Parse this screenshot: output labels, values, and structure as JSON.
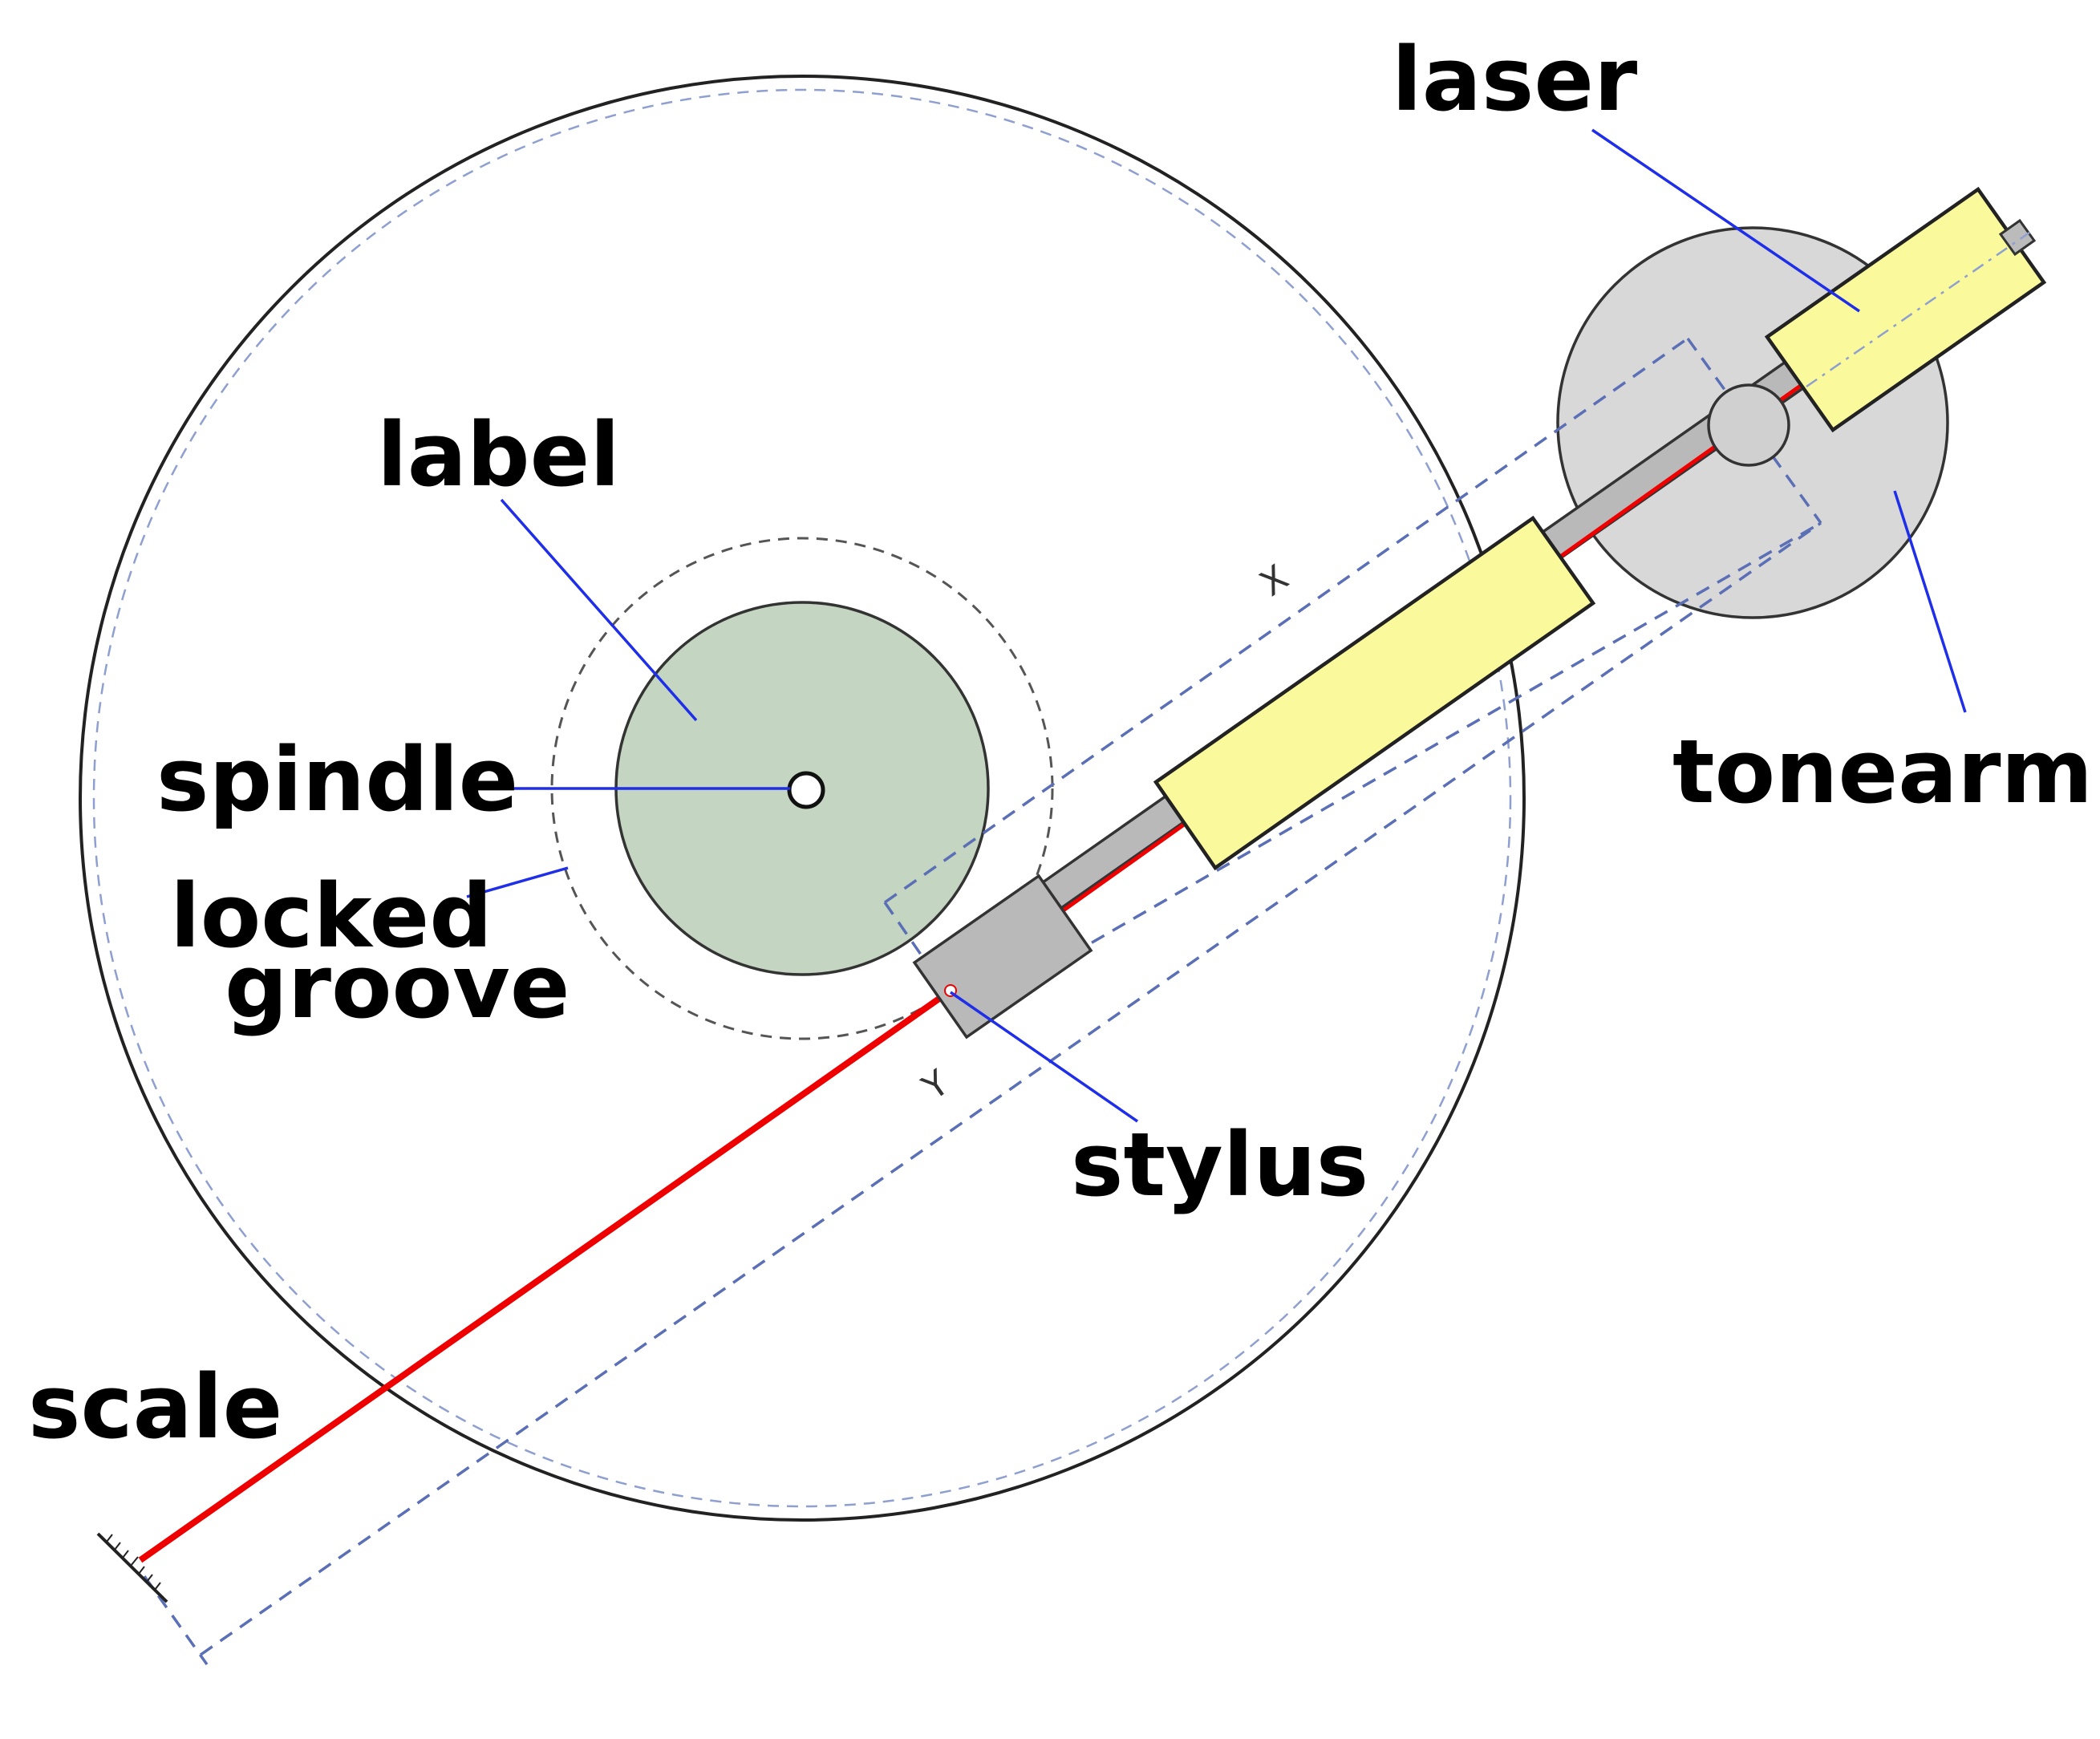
{
  "labels": {
    "laser": "laser",
    "label": "label",
    "spindle": "spindle",
    "locked_groove_line1": "locked",
    "locked_groove_line2": "groove",
    "tonearm": "tonearm",
    "stylus": "stylus",
    "scale": "scale"
  },
  "dimensions": {
    "x": "X",
    "y": "Y"
  },
  "colors": {
    "laser_beam": "#ee0000",
    "laser_body": "#fafa9c",
    "label_fill": "#c4d5c1",
    "tonearm_base": "#d8d8d8",
    "arm_gray": "#b9b9b9",
    "leader_lines": "#1f2ee8",
    "dimension_lines": "#5a6fb5"
  }
}
